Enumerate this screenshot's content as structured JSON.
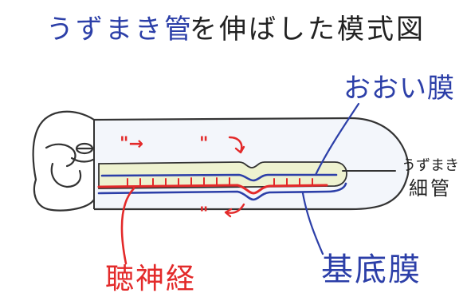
{
  "title": {
    "part1": "うずまき管",
    "part2": "を伸ばした模式図"
  },
  "labels": {
    "tectorial_membrane": "おおい膜",
    "cochlear_duct": "うずまき細管",
    "cochlear_duct_line1": "うずまき",
    "cochlear_duct_line2": "細管",
    "basilar_membrane": "基底膜",
    "auditory_nerve": "聴神経"
  },
  "flow_marks": {
    "upper_left": "\"→",
    "upper_mid": "\"",
    "lower": "\""
  },
  "colors": {
    "blue_ink": "#2c3fa8",
    "red_ink": "#e32a2a",
    "black_ink": "#222222",
    "duct_fill": "#eef2d0",
    "tube_fill": "#f3f6fb"
  },
  "icons": {
    "arrow_right": "curved-arrow-right-icon",
    "arrow_left": "curved-arrow-left-icon"
  }
}
